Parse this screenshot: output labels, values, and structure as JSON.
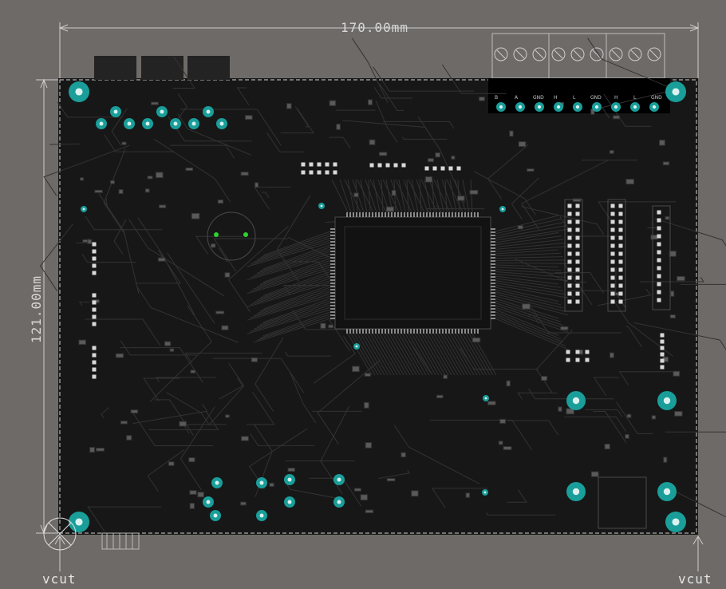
{
  "board": {
    "width_label": "170.00mm",
    "height_label": "121.00mm",
    "vcut_label": "vcut"
  },
  "connectors": {
    "screw_terminal_pins": [
      "B",
      "A",
      "GND",
      "H",
      "L",
      "GND",
      "H",
      "L",
      "GND"
    ]
  },
  "colors": {
    "background": "#6e6a67",
    "board": "#171717",
    "pad": "#1a9e9a",
    "copper_trace": "#3a3a3a",
    "silkscreen": "#c9c9c9",
    "led": "#2fd12f"
  }
}
